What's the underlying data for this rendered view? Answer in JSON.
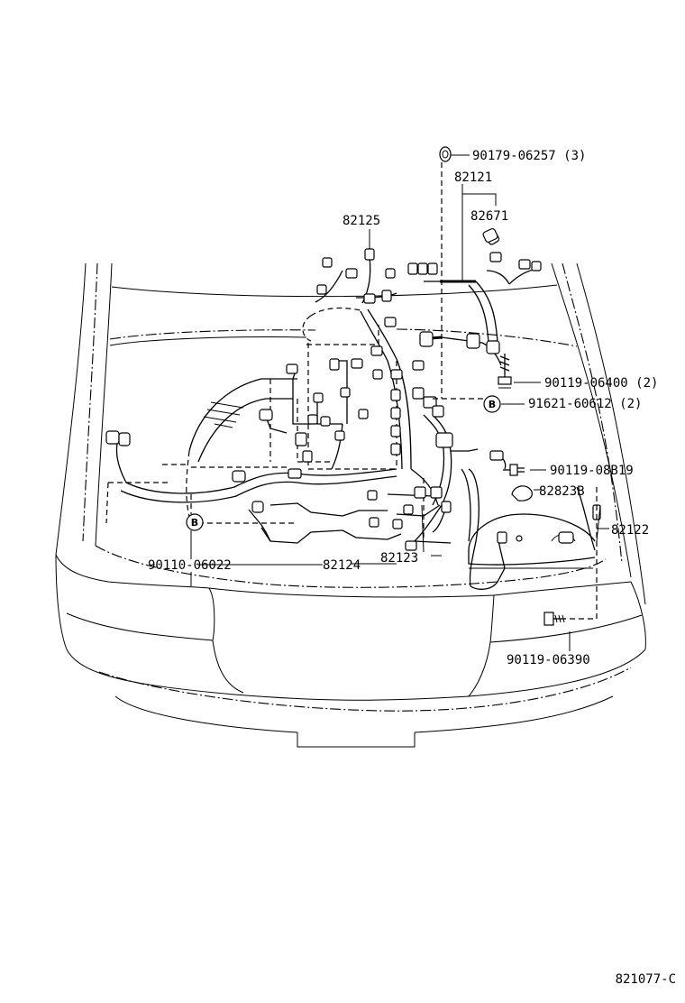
{
  "diagram": {
    "ref_code": "821077-C",
    "callout_letter": "B",
    "part_labels": [
      "90179-06257 (3)",
      "82121",
      "82671",
      "82125",
      "90119-06400 (2)",
      "91621-60612 (2)",
      "90119-08B19",
      "82823B",
      "82122",
      "90110-06022",
      "82124",
      "82123",
      "90119-06390"
    ]
  }
}
